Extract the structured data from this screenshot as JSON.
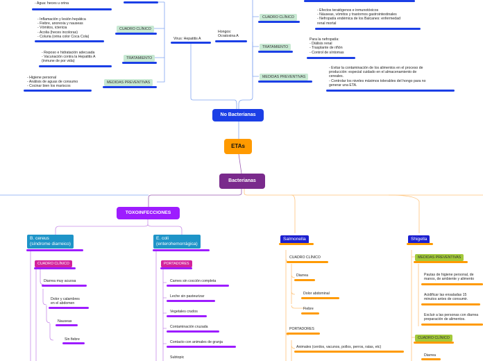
{
  "colors": {
    "blue": "#1b3fe6",
    "etas": "#ff9a00",
    "purple": "#7a2a8c",
    "violet": "#9d1cff",
    "orange": "#ff9a00",
    "blue_pill": "#c8e9d3",
    "green_pill": "#a3c93a",
    "magenta": "#d3239c",
    "teal": "#1e94c8"
  },
  "center": {
    "etas": "ETAs"
  },
  "no_bacterianas": {
    "label": "No Bacterianas",
    "virus": {
      "label": "Virus: Hepatitis A",
      "top_text": "- Alimentos: mariscos\n- Agua: heces u orina",
      "cuadro_label": "CUADRO CLÍNICO",
      "cuadro_text": "- Inflamación y lesión hepática\n- Fiebre, anorexia y nauseas\n- Vómitos, ictericia\n- Acolia (heces incoloras)\n- Coluria (orina color Coca Cola)",
      "tratamiento_label": "TRATAMIENTO",
      "tratamiento_text": "- Reposo e hidratación adecuada\n- Vacunación contra la Hepatitis A\n(inmune de por vida)",
      "medidas_label": "MEDIDAS PREVENTIVAS",
      "medidas_text": "- Higiene personal\n- Análisis de aguas de consumo\n- Cocinar bien los mariscos"
    },
    "hongos": {
      "label": "Hongos:\nOcratoxina A",
      "cuadro_label": "CUADRO CLÍNICO",
      "cuadro_text": "- Efectos teratógenos e inmunotóxicos\n- Náuseas, vómitos y trastornos gastrointestinales\n- Nefropatía endémica de los Balcanes: enfermedad\nrenal mortal",
      "tratamiento_label": "TRATAMIENTO",
      "tratamiento_text": "Para la nefropatía:\n- Diálisis renal\n- Trasplante de riñón\n- Control de síntomas",
      "medidas_label": "MEDIDAS PREVENTIVAS",
      "medidas_text": "- Evitar la contaminación de los alimentos en el proceso de\nproducción: especial cuidado en el almacenamiento de\ncereales.\n- Controlar los niveles máximos tolerables del hongo para no\ngenerar una ETA."
    }
  },
  "bacterianas": {
    "label": "Bacterianas",
    "toxo": "TOXOINFECCIONES",
    "bcereus": {
      "label": "B. cereus\n(síndrome diarreico)",
      "cuadro_label": "CUADRO CLÍNICO",
      "items": [
        "Diarrea muy acuosa",
        "Dolor y calambres\nen el abdomen",
        "Nauseas",
        "Sin fiebre"
      ]
    },
    "ecoli": {
      "label": "E. coli\n(enterohemorrágica)",
      "portadores_label": "PORTADORES",
      "items": [
        "Carnes sin cocción completa",
        "Leche sin pasteurizar",
        "Vegetales crudos",
        "Contaminación cruzada",
        "Contacto con animales de granja",
        "Subtopic"
      ]
    },
    "salmonella": {
      "label": "Salmonella",
      "cuadro_label": "CUADRO CLÍNICO",
      "cuadro_items": [
        "Diarrea",
        "Dolor abdominal",
        "Fiebre"
      ],
      "portadores_label": "PORTADORES",
      "portadores_text": "Animales (cerdos, vacunos, pollos, perros, ratas, etc)"
    },
    "shigella": {
      "label": "Shigella",
      "medidas_label": "MEDIDAS PREVENTIVAS",
      "medidas_items": [
        "Pautas de higiene personal, de\nmanos, de ambiente y alimento",
        "Acidificar las ensaladas 15\nminutos antes de consumir.",
        "Excluir a las personas con diarrea\npreparación de alimentos."
      ],
      "cuadro_label": "CUADRO CLÍNICO",
      "cuadro_items": [
        "Diarrea"
      ]
    }
  }
}
